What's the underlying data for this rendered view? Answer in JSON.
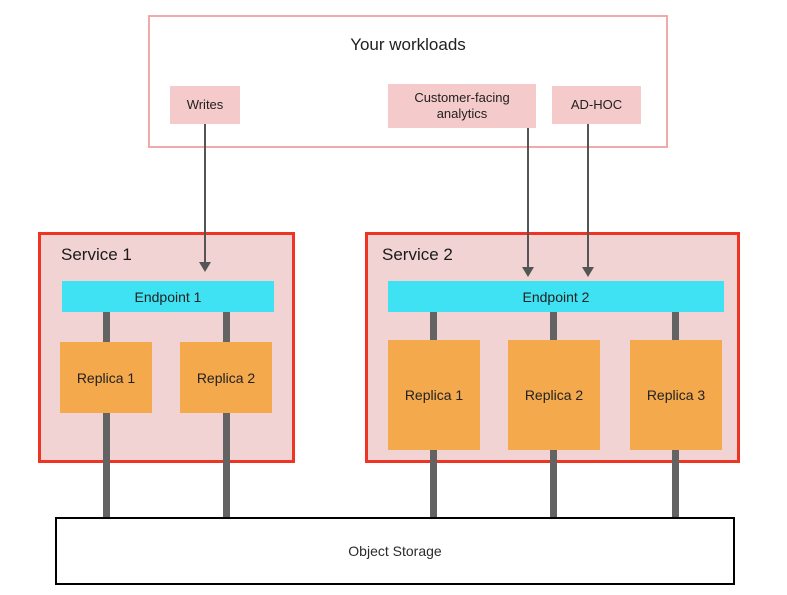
{
  "workloads": {
    "title": "Your workloads",
    "items": [
      {
        "label": "Writes"
      },
      {
        "label": "Customer-facing analytics"
      },
      {
        "label": "AD-HOC"
      }
    ]
  },
  "services": [
    {
      "name": "Service 1",
      "endpoint": "Endpoint 1",
      "replicas": [
        "Replica 1",
        "Replica 2"
      ]
    },
    {
      "name": "Service 2",
      "endpoint": "Endpoint 2",
      "replicas": [
        "Replica 1",
        "Replica 2",
        "Replica 3"
      ]
    }
  ],
  "storage": {
    "label": "Object Storage"
  },
  "colors": {
    "page_bg": "#ffffff",
    "workload_border": "#f1a9a9",
    "chip_fill": "#f5caca",
    "service_fill": "#f2d3d3",
    "service_border": "#ee3524",
    "endpoint_fill": "#3fe2f2",
    "replica_fill": "#f5a94d",
    "connector": "#636363",
    "arrow": "#555555",
    "storage_border": "#000000",
    "text": "#212121"
  }
}
